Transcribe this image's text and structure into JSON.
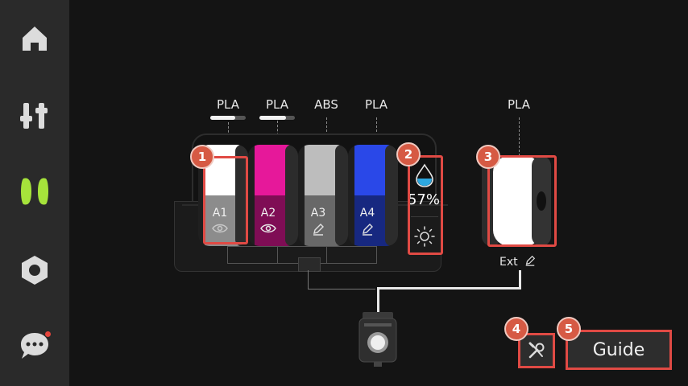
{
  "sidebar": {
    "items": [
      {
        "id": "home",
        "icon": "home-icon",
        "active": false
      },
      {
        "id": "controls",
        "icon": "sliders-icon",
        "active": false
      },
      {
        "id": "filament",
        "icon": "filament-icon",
        "active": true
      },
      {
        "id": "settings",
        "icon": "nut-icon",
        "active": false
      },
      {
        "id": "messages",
        "icon": "chat-icon",
        "active": false,
        "has_notification": true
      }
    ]
  },
  "ams": {
    "slots": [
      {
        "name": "A1",
        "material": "PLA",
        "color": "#ffffff",
        "remaining": 0.7,
        "action_icon": "eye-icon"
      },
      {
        "name": "A2",
        "material": "PLA",
        "color": "#e6189a",
        "remaining": 0.75,
        "action_icon": "eye-icon"
      },
      {
        "name": "A3",
        "material": "ABS",
        "color": "#bdbdbd",
        "action_icon": "pencil-icon"
      },
      {
        "name": "A4",
        "material": "PLA",
        "color": "#2a48e8",
        "action_icon": "pencil-icon"
      }
    ],
    "humidity": "57%",
    "humidity_icon": "water-drop-icon",
    "dry_icon": "sun-icon"
  },
  "external": {
    "material": "PLA",
    "label": "Ext",
    "color": "#ffffff",
    "action_icon": "pencil-icon"
  },
  "buttons": {
    "tools_icon": "wrench-screwdriver-icon",
    "guide": "Guide"
  },
  "callouts": [
    "1",
    "2",
    "3",
    "4",
    "5"
  ],
  "colors": {
    "accent": "#a6e33b",
    "highlight": "#e04a44",
    "badge": "#d65a44"
  }
}
